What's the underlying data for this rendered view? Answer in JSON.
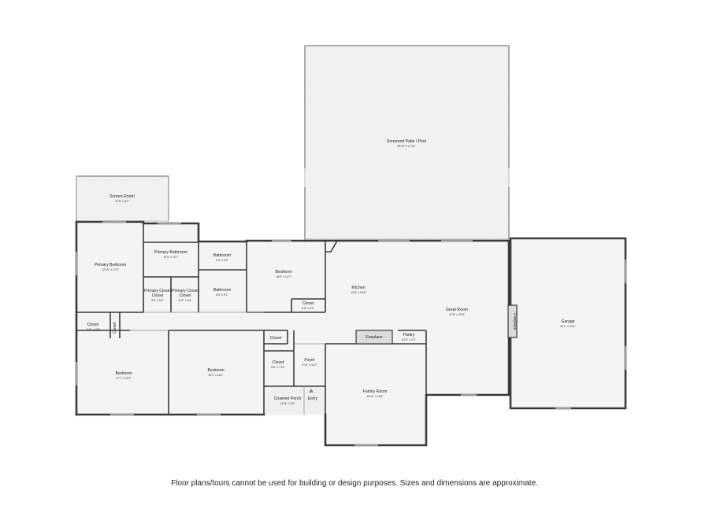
{
  "rooms": {
    "screened_patio": {
      "name": "Screened Patio / Pool",
      "dims": "36'10\" x 27'11\""
    },
    "screen_room": {
      "name": "Screen Room",
      "dims": "17'5\" x 8'7\""
    },
    "primary_bedroom": {
      "name": "Primary Bedroom",
      "dims": "12'10\" x 17'4\""
    },
    "primary_bathroom": {
      "name": "Primary Bathroom",
      "dims": "10'3\" x 10'7\""
    },
    "primary_closet_1": {
      "name": "Primary Closet",
      "dims": "5'5\" x 6'4\""
    },
    "primary_closet_2": {
      "name": "Primary Closet",
      "dims": "4'11\" x 6'4\""
    },
    "bathroom_1": {
      "name": "Bathroom",
      "dims": "9'9\" x 5'2\""
    },
    "bathroom_2": {
      "name": "Bathroom",
      "dims": "8'9\" x 9'1\""
    },
    "bedroom_top": {
      "name": "Bedroom",
      "dims": "15'5\" x 13'7\""
    },
    "closet_top": {
      "name": "Closet",
      "dims": "6'5\" x 2'3\""
    },
    "kitchen": {
      "name": "Kitchen",
      "dims": "12'8\" x 19'8\""
    },
    "great_room": {
      "name": "Great Room",
      "dims": "22'8\" x 29'8\""
    },
    "fireplace_side": {
      "name": "Fireplace"
    },
    "fireplace": {
      "name": "Fireplace"
    },
    "pantry": {
      "name": "Pantry",
      "dims": "5'10\" x 2'2\""
    },
    "garage": {
      "name": "Garage",
      "dims": "22'1\" x 33'1\""
    },
    "closet_left": {
      "name": "Closet",
      "dims": "5'11\" x 3'8\""
    },
    "closet_small": {
      "name": "Closet"
    },
    "bedroom_left": {
      "name": "Bedroom",
      "dims": "17'7\" x 16'1\""
    },
    "bedroom_mid": {
      "name": "Bedroom",
      "dims": "16'1\" x 16'1\""
    },
    "closet_hall": {
      "name": "Closet"
    },
    "closet_foyer": {
      "name": "Closet",
      "dims": "5'8\" x 7'11\""
    },
    "foyer": {
      "name": "Foyer",
      "dims": "5'10\" x 11'0\""
    },
    "covered_porch": {
      "name": "Covered Porch",
      "dims": "11'11\" x 5'5\""
    },
    "entry": {
      "name": "Entry"
    },
    "family_room": {
      "name": "Family Room",
      "dims": "18'11\" x 19'6\""
    }
  },
  "footer": {
    "disclaimer": "Floor plans/tours cannot be used for building or design purposes. Sizes and dimensions are approximate."
  }
}
